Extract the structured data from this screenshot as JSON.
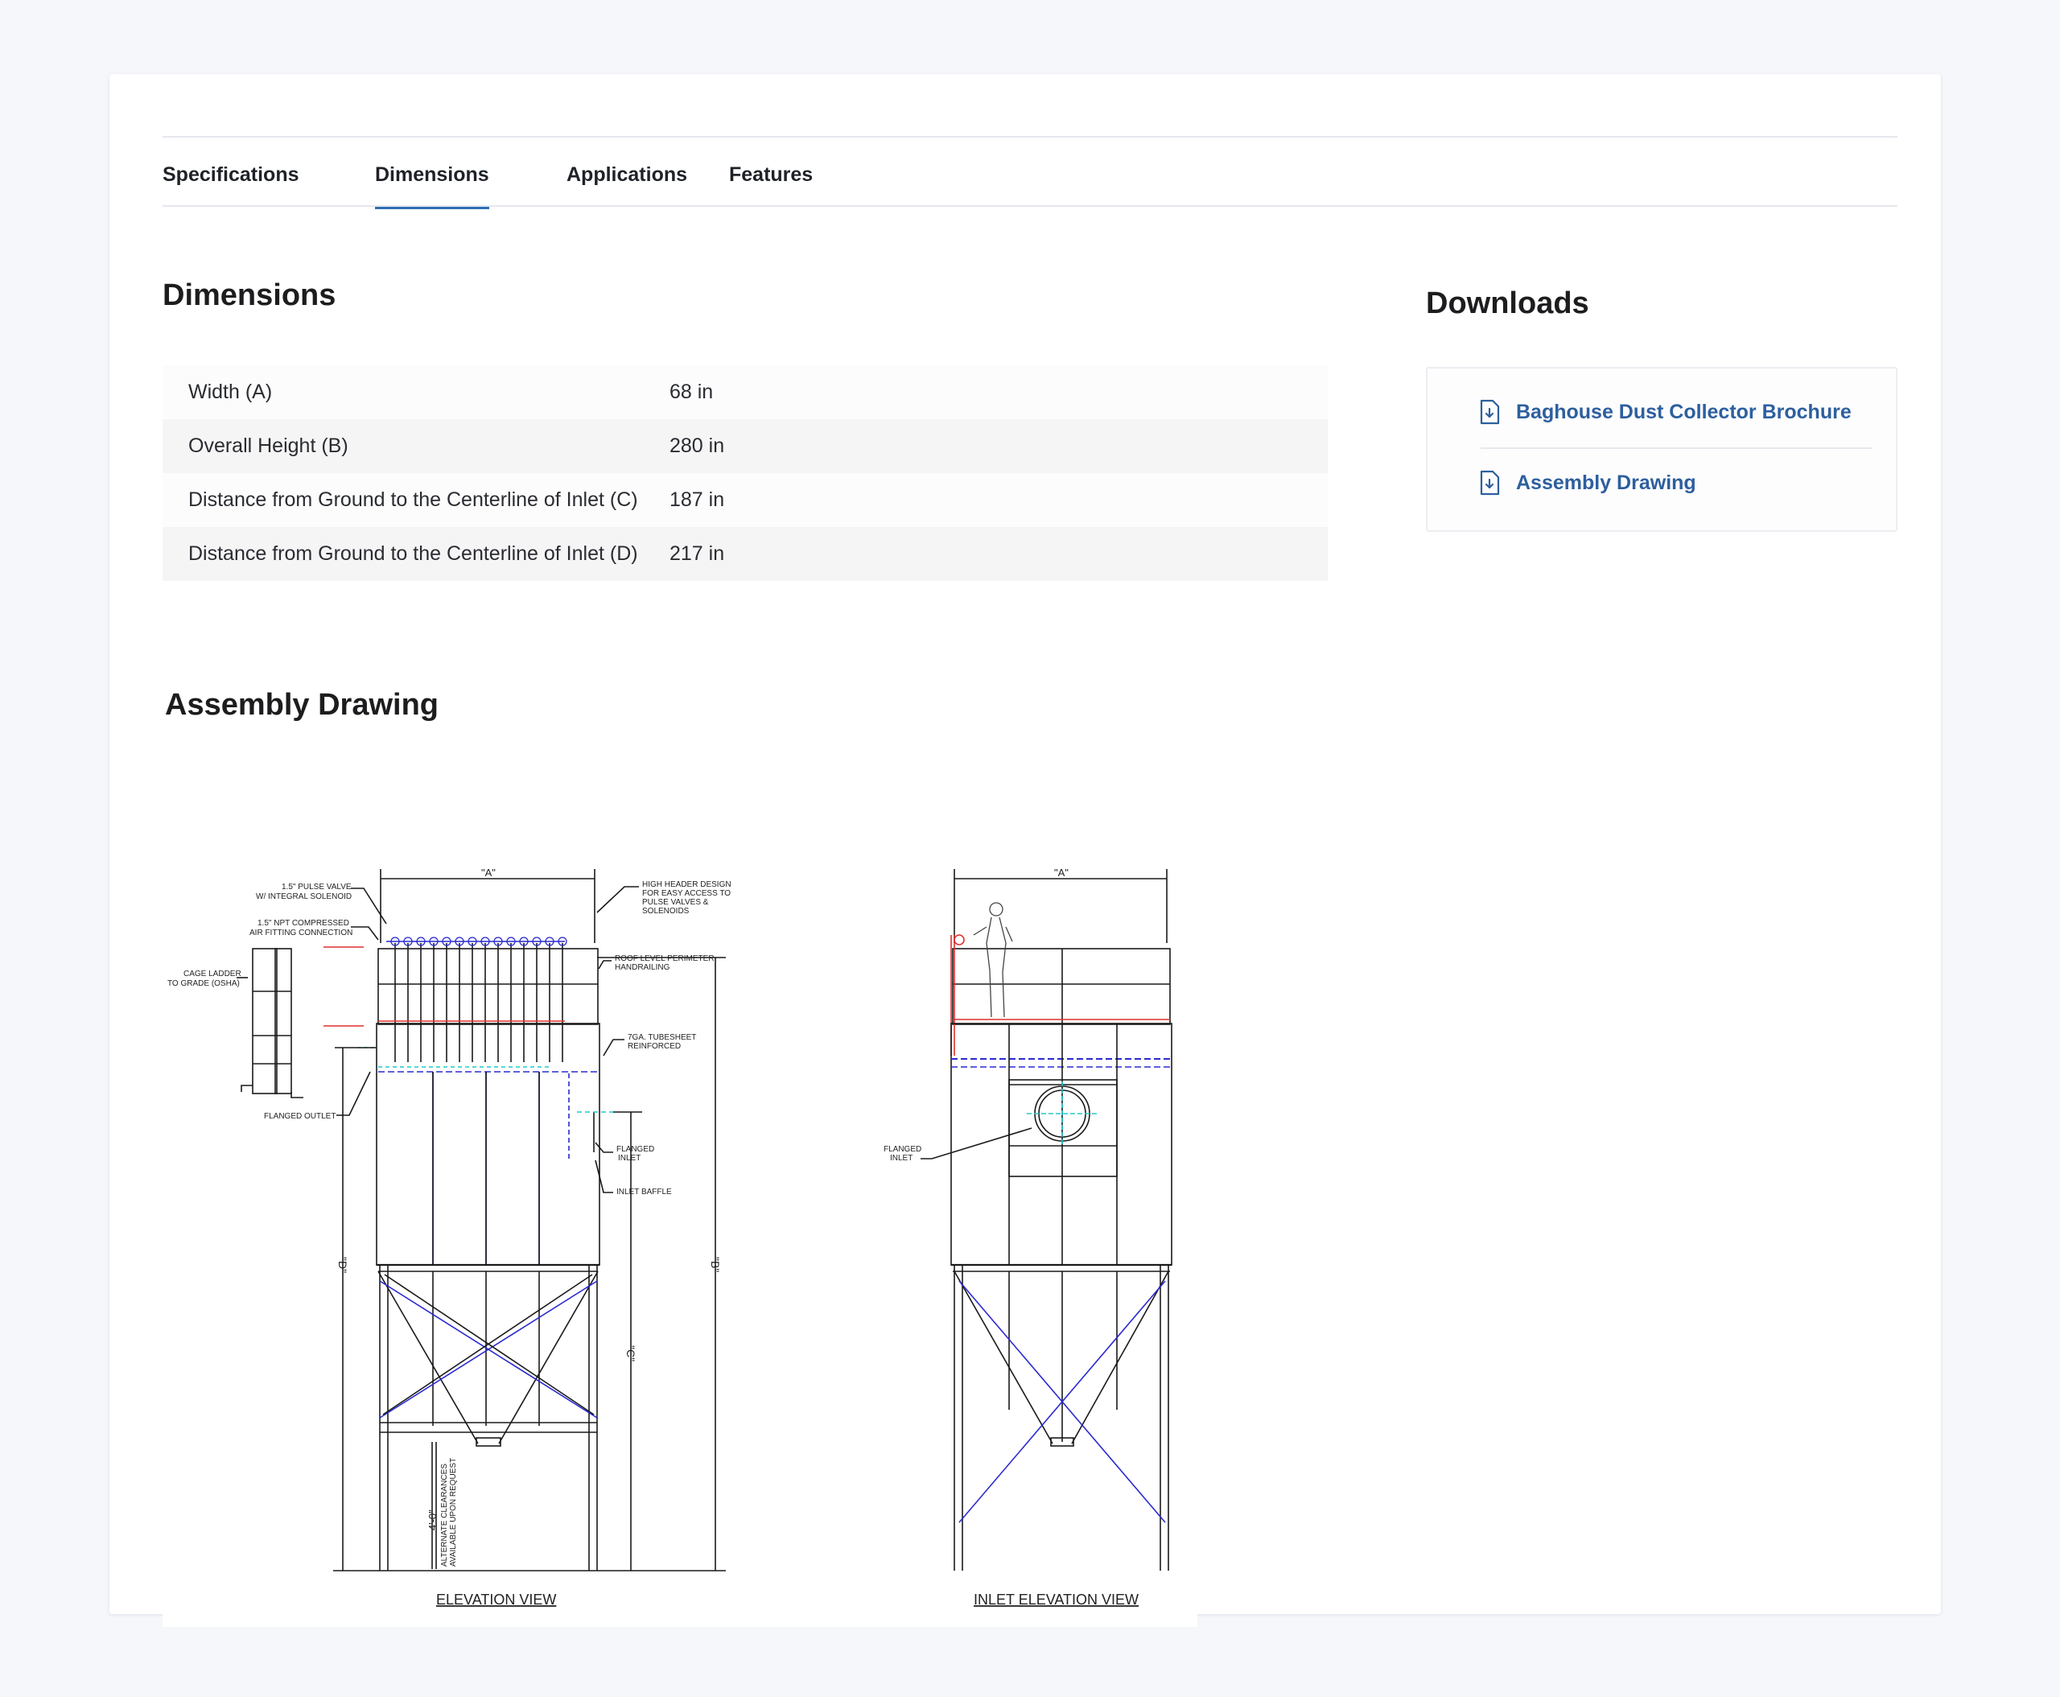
{
  "tabs": [
    {
      "label": "Specifications"
    },
    {
      "label": "Dimensions",
      "active": true
    },
    {
      "label": "Applications"
    },
    {
      "label": "Features"
    }
  ],
  "dimensions": {
    "title": "Dimensions",
    "rows": [
      {
        "label": "Width (A)",
        "value": "68 in"
      },
      {
        "label": "Overall Height (B)",
        "value": "280 in"
      },
      {
        "label": "Distance from Ground to the Centerline of Inlet (C)",
        "value": "187 in"
      },
      {
        "label": "Distance from Ground to the Centerline of Inlet (D)",
        "value": "217 in"
      }
    ]
  },
  "downloads": {
    "title": "Downloads",
    "items": [
      {
        "label": "Baghouse Dust Collector Brochure",
        "icon": "file-download-icon"
      },
      {
        "label": "Assembly Drawing",
        "icon": "file-download-icon"
      }
    ]
  },
  "assembly": {
    "title": "Assembly Drawing",
    "labels": {
      "pulse_valve_1": "1.5\" PULSE VALVE",
      "pulse_valve_2": "W/ INTEGRAL SOLENOID",
      "npt_1": "1.5\" NPT COMPRESSED",
      "npt_2": "AIR FITTING CONNECTION",
      "ladder_1": "CAGE LADDER",
      "ladder_2": "TO GRADE (OSHA)",
      "flanged_outlet": "FLANGED OUTLET",
      "header_1": "HIGH HEADER DESIGN",
      "header_2": "FOR EASY ACCESS TO",
      "header_3": "PULSE VALVES &",
      "header_4": "SOLENOIDS",
      "rail_1": "ROOF LEVEL PERIMETER",
      "rail_2": "HANDRAILING",
      "sheet_1": "7GA. TUBESHEET",
      "sheet_2": "REINFORCED",
      "inlet_1": "FLANGED",
      "inlet_2": "INLET",
      "baffle": "INLET BAFFLE",
      "dim_a": "\"A\"",
      "dim_b": "\"B\"",
      "dim_c": "\"C\"",
      "dim_d": "\"D\"",
      "clear_1": "4'-0\"",
      "clear_2": "ALTERNATE CLEARANCES",
      "clear_3": "AVAILABLE UPON REQUEST",
      "side_inlet_1": "FLANGED",
      "side_inlet_2": "INLET",
      "view_1": "ELEVATION VIEW",
      "view_2": "INLET ELEVATION VIEW"
    }
  },
  "colors": {
    "accent": "#2f6db5",
    "link": "#2d5f9e",
    "drawing_blue": "#2a2ad0",
    "drawing_red": "#e03030",
    "drawing_cyan": "#22c8c8"
  }
}
